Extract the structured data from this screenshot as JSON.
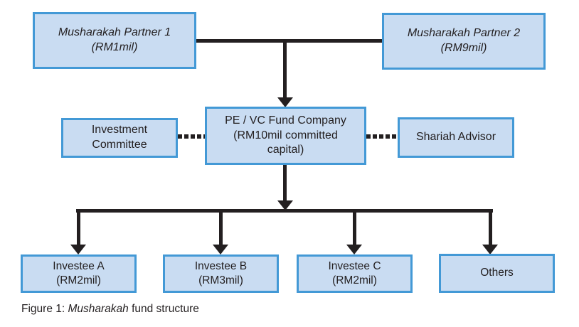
{
  "colors": {
    "box_fill": "#c9dcf2",
    "box_border": "#4399d6",
    "line": "#231f20",
    "text": "#231f20",
    "background": "#ffffff"
  },
  "nodes": {
    "partner1": {
      "line1": "Musharakah Partner 1",
      "line2": "(RM1mil)"
    },
    "partner2": {
      "line1": "Musharakah Partner 2",
      "line2": "(RM9mil)"
    },
    "investment_committee": {
      "line1": "Investment",
      "line2": "Committee"
    },
    "fund_company": {
      "line1": "PE / VC Fund Company",
      "line2": "(RM10mil committed",
      "line3": "capital)"
    },
    "shariah_advisor": {
      "line1": "Shariah Advisor"
    },
    "investee_a": {
      "line1": "Investee A",
      "line2": "(RM2mil)"
    },
    "investee_b": {
      "line1": "Investee B",
      "line2": "(RM3mil)"
    },
    "investee_c": {
      "line1": "Investee C",
      "line2": "(RM2mil)"
    },
    "others": {
      "line1": "Others"
    }
  },
  "caption": {
    "prefix": "Figure 1: ",
    "italic_term": "Musharakah",
    "suffix": " fund structure"
  }
}
